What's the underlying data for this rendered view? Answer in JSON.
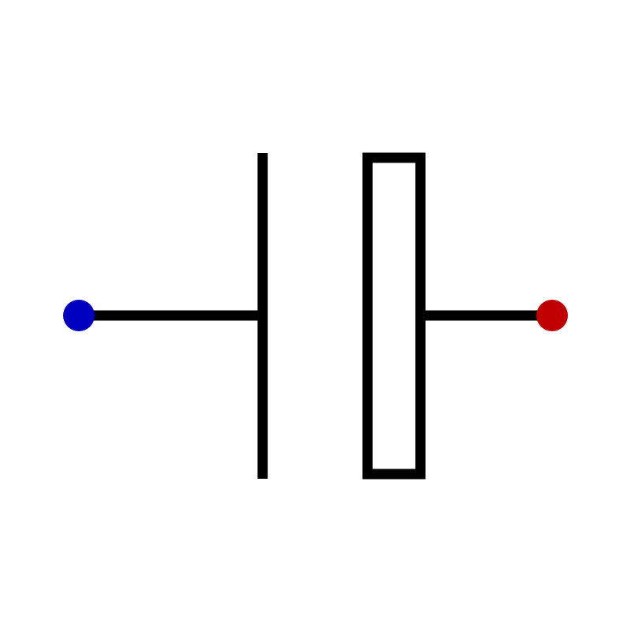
{
  "colors": {
    "background": "#ffffff",
    "stroke": "#000000",
    "terminal_left": "#0000c0",
    "terminal_right": "#c00000"
  },
  "symbol": {
    "type": "capacitor-like electrical symbol",
    "elements": [
      "left-terminal",
      "left-lead-wire",
      "plate-line",
      "plate-rectangle",
      "right-lead-wire",
      "right-terminal"
    ]
  }
}
